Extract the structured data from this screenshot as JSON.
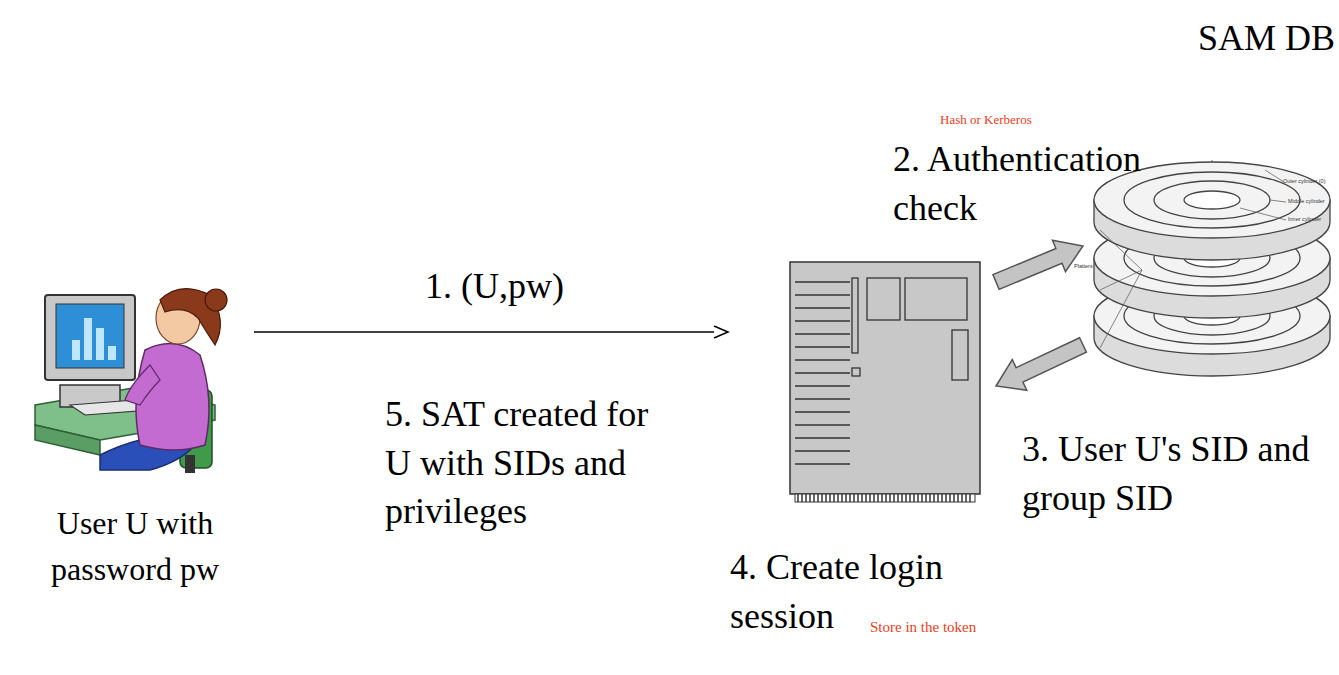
{
  "diagram": {
    "nodes": [
      {
        "text": [
          "User U with password pw"
        ]
      },
      {
        "text": [
          "4. Create login session"
        ]
      },
      {
        "text": [
          "SAM DB"
        ]
      }
    ],
    "edges": [
      {
        "from": 0,
        "to": 1,
        "label": "1. (U,pw)",
        "arrow": "to"
      },
      {
        "from": 1,
        "to": 2,
        "label": "2. Authentication check",
        "arrow": "to"
      },
      {
        "from": 2,
        "to": 1,
        "label": "3. User U's SID and group SID",
        "arrow": "to"
      }
    ],
    "labels": [
      "5. SAT created for U with SIDs and privileges",
      "Hash or Kerberos",
      "Store in the token",
      "Outer cylinder (0)",
      "Middle cylinder",
      "Inner cylinder",
      "Platters"
    ]
  }
}
